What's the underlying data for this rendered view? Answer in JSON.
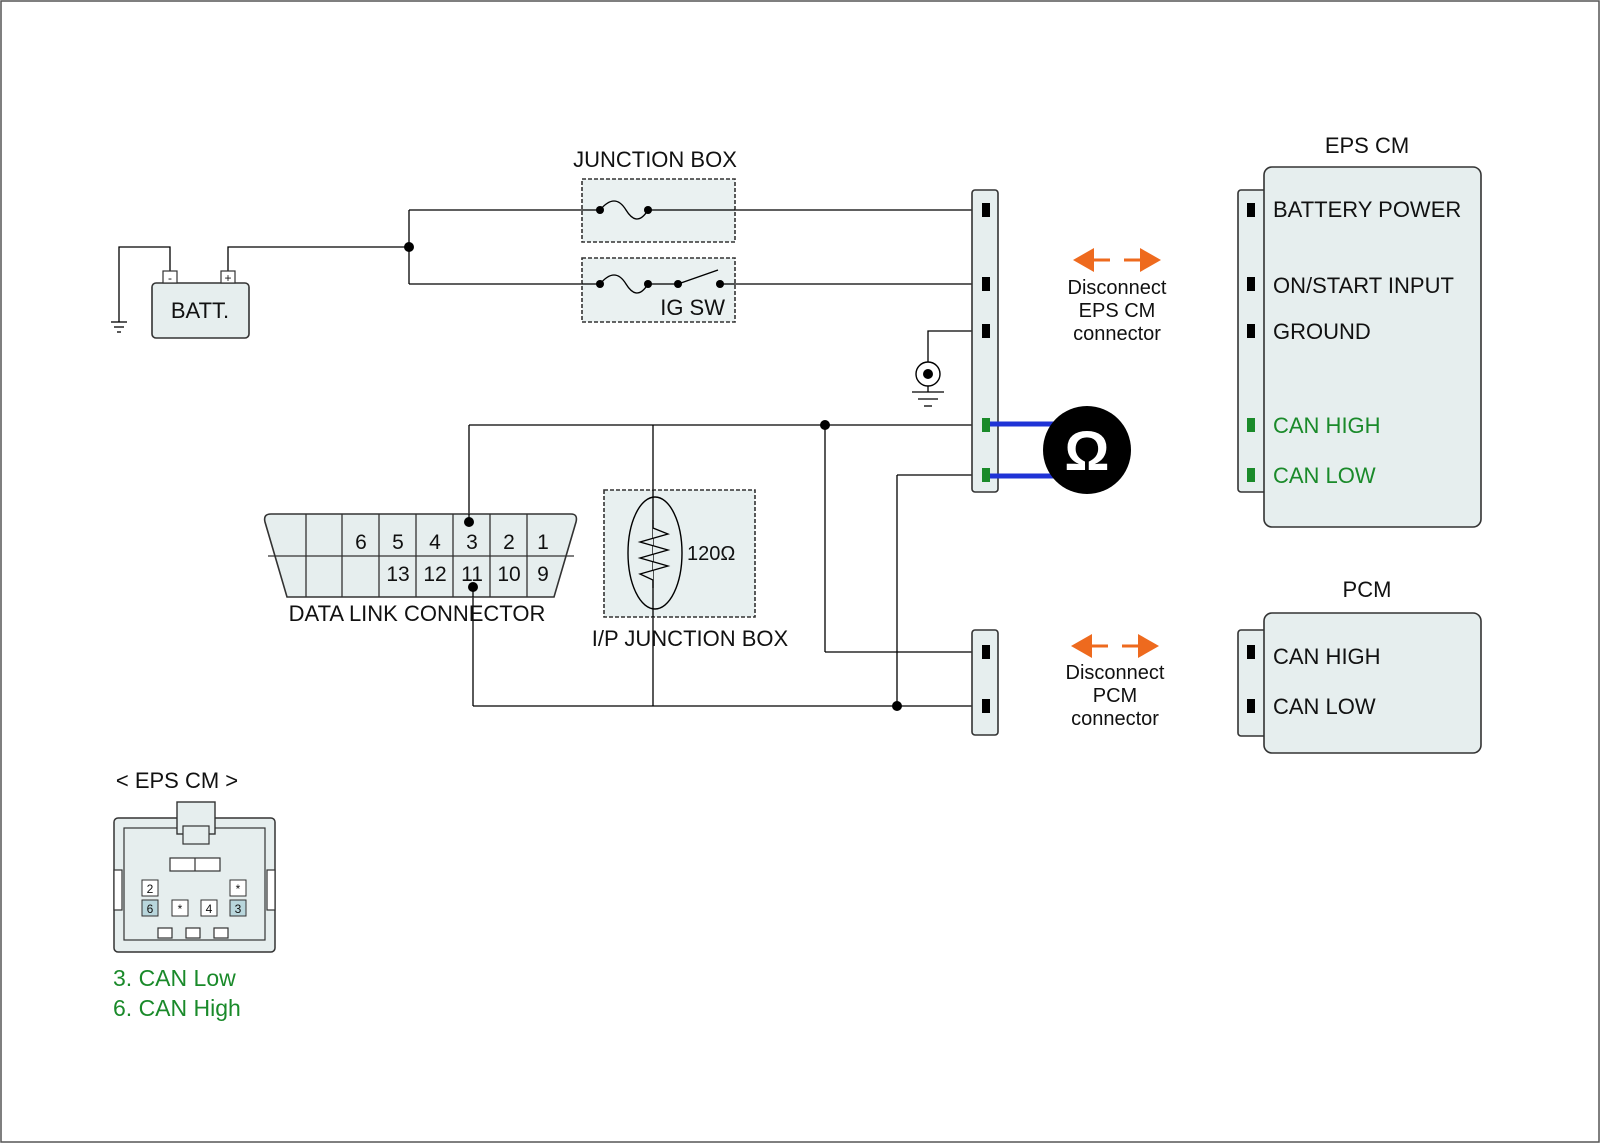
{
  "colors": {
    "can_green": "#1a8a2a",
    "probe_blue": "#1f33d6",
    "arrow_orange": "#ee6a1e",
    "component_fill": "#e6eeee",
    "pin_highlight": "#b8d6dc"
  },
  "battery": {
    "label": "BATT.",
    "minus": "-",
    "plus": "+"
  },
  "junction_box": {
    "title": "JUNCTION BOX",
    "ig_sw": "IG SW"
  },
  "dlc": {
    "label": "DATA LINK CONNECTOR",
    "top_pins": [
      "6",
      "5",
      "4",
      "3",
      "2",
      "1"
    ],
    "bottom_pins": [
      "13",
      "12",
      "11",
      "10",
      "9"
    ]
  },
  "ip_junction": {
    "label": "I/P JUNCTION BOX",
    "resistor": "120Ω"
  },
  "meter": {
    "icon": "ohmmeter-icon",
    "symbol": "Ω"
  },
  "eps_disconnect": [
    "Disconnect",
    "EPS CM",
    "connector"
  ],
  "pcm_disconnect": [
    "Disconnect",
    "PCM",
    "connector"
  ],
  "eps_cm": {
    "title": "EPS CM",
    "pins": [
      "BATTERY POWER",
      "ON/START INPUT",
      "GROUND",
      "CAN HIGH",
      "CAN LOW"
    ]
  },
  "pcm": {
    "title": "PCM",
    "pins": [
      "CAN HIGH",
      "CAN LOW"
    ]
  },
  "connector_view": {
    "title": "< EPS CM >",
    "top_row": [
      "2",
      "*"
    ],
    "bottom_row": [
      "6",
      "*",
      "4",
      "3"
    ],
    "legend": [
      "3. CAN Low",
      "6. CAN High"
    ]
  }
}
